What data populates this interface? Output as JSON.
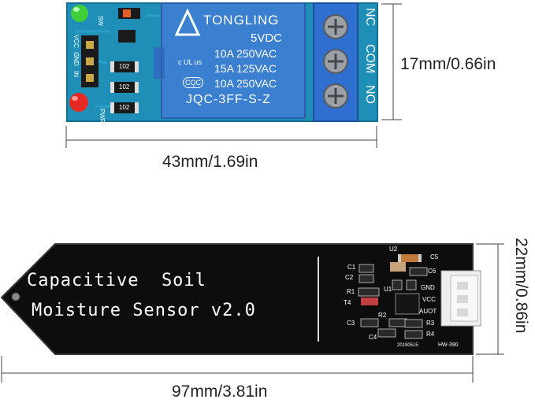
{
  "relay": {
    "brand": "TONGLING",
    "voltage": "5VDC",
    "rating_1": "10A 250VAC",
    "rating_2": "15A 125VAC",
    "rating_3": "10A 250VAC",
    "cert_ul": "c UL us",
    "cert_cqc": "CQC",
    "model": "JQC-3FF-S-Z",
    "terminal_nc": "NC",
    "terminal_com": "COM",
    "terminal_no": "NO",
    "pin_vcc": "VCC",
    "pin_gnd": "GND",
    "pin_in": "IN",
    "label_sw": "SW",
    "label_pwr": "PWR",
    "resistor_1": "102",
    "resistor_2": "102",
    "resistor_3": "102",
    "width_dim": "43mm/1.69in",
    "height_dim": "17mm/0.66in"
  },
  "sensor": {
    "title_line1": "Capacitive  Soil",
    "title_line2": "Moisture Sensor v2.0",
    "labels": {
      "u2": "U2",
      "c5": "C5",
      "c6": "C6",
      "c1": "C1",
      "c2": "C2",
      "u1": "U1",
      "r1": "R1",
      "t4": "T4",
      "r2": "R2",
      "r3": "R3",
      "r4": "R4",
      "c3": "C3",
      "c4": "C4"
    },
    "pin_gnd": "GND",
    "pin_vcc": "VCC",
    "pin_aout": "AUOT",
    "date_code": "20190515",
    "model": "HW-390",
    "length_dim": "97mm/3.81in",
    "height_dim": "22mm/0.86in"
  },
  "colors": {
    "relay_pcb": "#1f8fb8",
    "relay_body": "#3a7fd0",
    "terminal_block": "#2e6fd0",
    "sensor_pcb": "#0d0d0d",
    "led_green": "#3fcf3a",
    "led_red": "#e52a24"
  }
}
